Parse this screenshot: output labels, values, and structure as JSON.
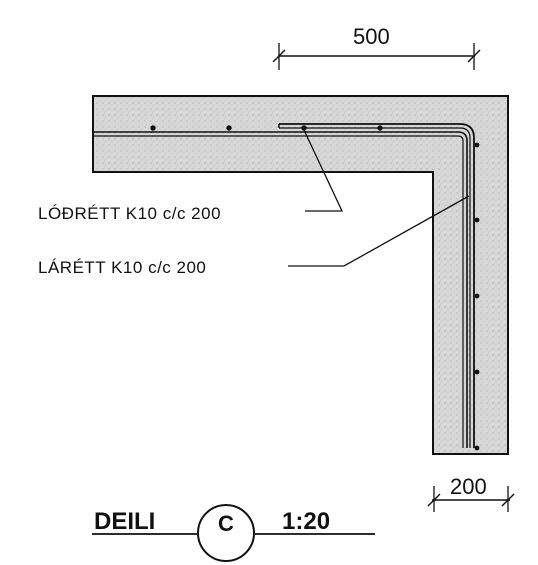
{
  "drawing": {
    "top_dimension": "500",
    "right_dimension": "200",
    "vertical_rebar_note": "LÓÐRÉTT K10 c/c 200",
    "horizontal_rebar_note": "LÁRÉTT K10 c/c 200",
    "detail_title": "DEILI",
    "detail_mark": "C",
    "scale": "1:20"
  },
  "colors": {
    "ink": "#111111",
    "concrete": "#d9d9d9",
    "paper": "#ffffff"
  }
}
